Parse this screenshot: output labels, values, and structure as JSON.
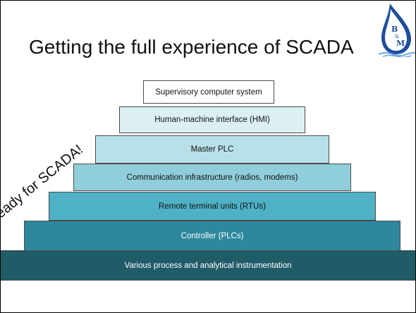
{
  "slide": {
    "title": "Getting the full experience of SCADA",
    "stamp_text": "Ready for SCADA!"
  },
  "logo": {
    "letter_top": "B",
    "letter_mid": "&",
    "letter_bottom": "M",
    "colors": {
      "drop": "#1f4e9c",
      "inner": "#ffffff",
      "water": "#6aa6d8"
    }
  },
  "pyramid": {
    "tiers": [
      {
        "label": "Supervisory computer system"
      },
      {
        "label": "Human-machine interface (HMI)"
      },
      {
        "label": "Master PLC"
      },
      {
        "label": "Communication infrastructure (radios, modems)"
      },
      {
        "label": "Remote terminal units (RTUs)"
      },
      {
        "label": "Controller (PLCs)"
      },
      {
        "label": "Various process and analytical instrumentation"
      }
    ]
  }
}
